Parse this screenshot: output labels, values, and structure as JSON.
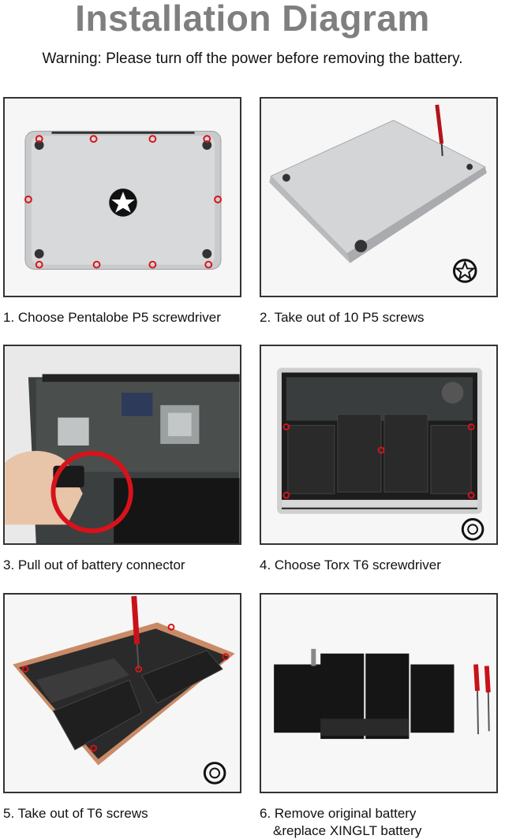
{
  "header": {
    "title": "Installation Diagram",
    "warning": "Warning: Please turn off the power before removing the battery."
  },
  "steps": [
    {
      "caption": "1. Choose Pentalobe P5 screwdriver",
      "image": "laptop-bottom-case-top-view"
    },
    {
      "caption": "2.  Take out of 10 P5 screws",
      "image": "laptop-bottom-case-angled-with-screwdriver"
    },
    {
      "caption": "3. Pull out of battery connector",
      "image": "hand-pulling-battery-connector"
    },
    {
      "caption": "4. Choose Torx T6 screwdriver",
      "image": "laptop-internals-battery-view"
    },
    {
      "caption": "5. Take out of T6 screws",
      "image": "removing-battery-screws-with-screwdriver"
    },
    {
      "caption": "6. Remove original battery",
      "caption_line2": "&replace XINGLT battery",
      "image": "battery-and-two-screwdrivers"
    }
  ],
  "colors": {
    "title": "#7f7f7f",
    "screw_marker": "#d8121a",
    "panel_border": "#333333"
  }
}
